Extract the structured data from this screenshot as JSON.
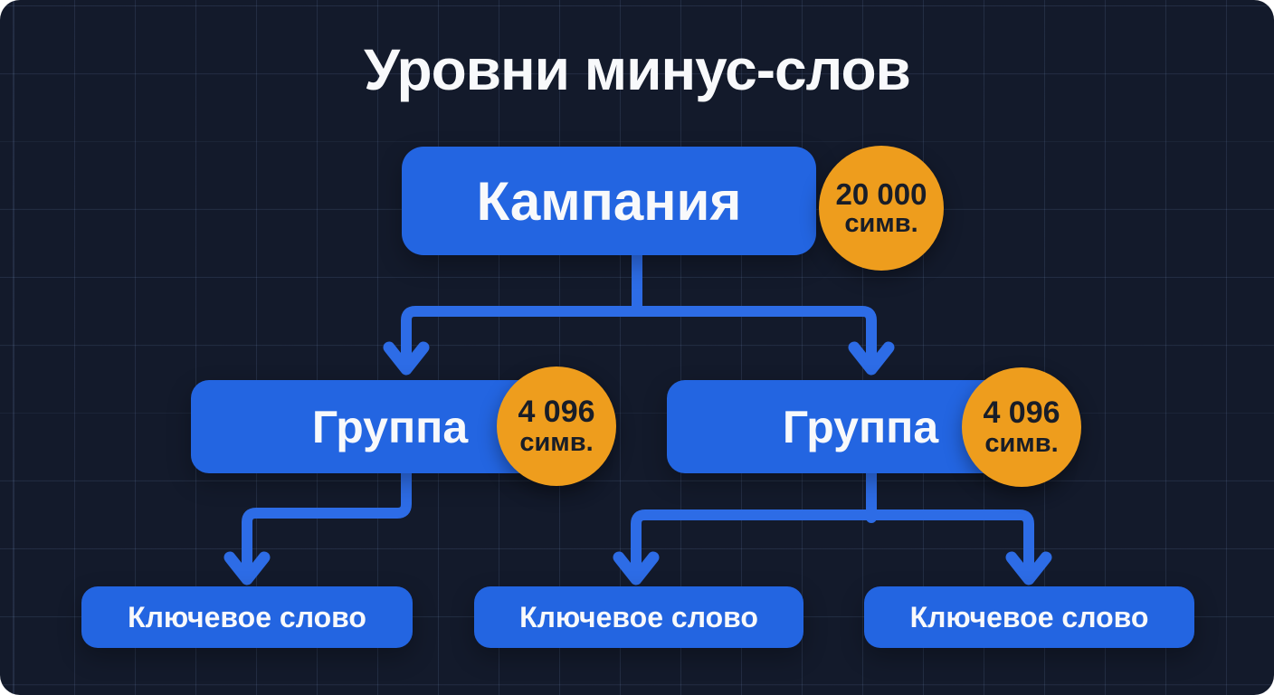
{
  "title": "Уровни минус-слов",
  "colors": {
    "page_bg": "#ffffff",
    "background": "#131a2b",
    "box_blue": "#2365e1",
    "connector_blue": "#2d6ce6",
    "badge_orange": "#ee9d1d",
    "badge_text": "#181d28",
    "text_white": "#f8f9fb"
  },
  "nodes": {
    "campaign": {
      "label": "Кампания",
      "badge": {
        "line1": "20 000",
        "line2": "симв."
      }
    },
    "groups": [
      {
        "label": "Группа",
        "badge": {
          "line1": "4 096",
          "line2": "симв."
        }
      },
      {
        "label": "Группа",
        "badge": {
          "line1": "4 096",
          "line2": "симв."
        }
      }
    ],
    "keywords": [
      {
        "label": "Ключевое слово"
      },
      {
        "label": "Ключевое слово"
      },
      {
        "label": "Ключевое слово"
      }
    ]
  }
}
